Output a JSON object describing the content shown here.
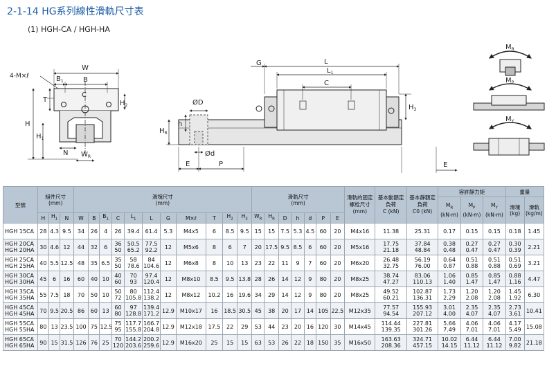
{
  "heading": {
    "code": "2-1-14",
    "series": "HG",
    "title": "系列線性滑軌尺寸表"
  },
  "subheading": "(1) HGH-CA / HGH-HA",
  "drawing": {
    "front_labels": {
      "W": "W",
      "B1": "B",
      "B1_sub": "1",
      "B": "B",
      "mx": "4-M×ℓ",
      "C": "C",
      "T": "T",
      "H2": "H",
      "H2_sub": "2",
      "H": "H",
      "H1": "H",
      "H1_sub": "1",
      "N": "N",
      "WR": "W",
      "WR_sub": "R"
    },
    "side_labels": {
      "G": "G",
      "L": "L",
      "L1": "L",
      "L1_sub": "1",
      "C": "C",
      "H3": "H",
      "H3_sub": "3",
      "D": "ØD",
      "h": "h",
      "HR": "H",
      "HR_sub": "R",
      "d": "Ød",
      "E": "E",
      "P": "P",
      "E2": "E"
    },
    "moment_labels": {
      "MR": "M",
      "MR_sub": "R",
      "MP": "M",
      "MP_sub": "P",
      "MY": "M",
      "MY_sub": "Y"
    }
  },
  "table": {
    "group_headers": {
      "model": "型號",
      "assembly": "組件尺寸",
      "assembly_unit": "(mm)",
      "block": "滑塊尺寸",
      "block_unit": "(mm)",
      "rail": "滑軌尺寸",
      "rail_unit": "(mm)",
      "bolt": "滑軌的固定螺栓尺寸",
      "bolt_unit": "(mm)",
      "dyn": "基本動額定負荷",
      "dyn_unit": "C (kN)",
      "stat": "基本靜額定負荷",
      "stat_unit": "C0 (kN)",
      "moment": "容許靜力矩",
      "weight": "重量"
    },
    "moment_cols": [
      {
        "sym": "M",
        "sub": "R",
        "unit": "(kN-m)"
      },
      {
        "sym": "M",
        "sub": "P",
        "unit": "(kN-m)"
      },
      {
        "sym": "M",
        "sub": "Y",
        "unit": "(kN-m)"
      }
    ],
    "weight_cols": [
      {
        "name": "滑塊",
        "unit": "(kg)"
      },
      {
        "name": "滑軌",
        "unit": "(kg/m)"
      }
    ],
    "sub_headers": [
      {
        "t": "H",
        "s": ""
      },
      {
        "t": "H",
        "s": "1"
      },
      {
        "t": "N",
        "s": ""
      },
      {
        "t": "W",
        "s": ""
      },
      {
        "t": "B",
        "s": ""
      },
      {
        "t": "B",
        "s": "1"
      },
      {
        "t": "C",
        "s": ""
      },
      {
        "t": "L",
        "s": "1"
      },
      {
        "t": "L",
        "s": ""
      },
      {
        "t": "G",
        "s": ""
      },
      {
        "t": "M×ℓ",
        "s": ""
      },
      {
        "t": "T",
        "s": ""
      },
      {
        "t": "H",
        "s": "2"
      },
      {
        "t": "H",
        "s": "3"
      },
      {
        "t": "W",
        "s": "R"
      },
      {
        "t": "H",
        "s": "R"
      },
      {
        "t": "D",
        "s": ""
      },
      {
        "t": "h",
        "s": ""
      },
      {
        "t": "d",
        "s": ""
      },
      {
        "t": "P",
        "s": ""
      },
      {
        "t": "E",
        "s": ""
      }
    ],
    "rows": [
      {
        "model": [
          "HGH 15CA"
        ],
        "H": "28",
        "H1": "4.3",
        "N": "9.5",
        "W": "34",
        "B": "26",
        "B1": "4",
        "C": [
          "26"
        ],
        "L1": [
          "39.4"
        ],
        "L": [
          "61.4"
        ],
        "G": "5.3",
        "M": "M4x5",
        "T": "6",
        "H2": "8.5",
        "H3": "9.5",
        "WR": "15",
        "HR": "15",
        "D": "7.5",
        "h": "5.3",
        "d": "4.5",
        "P": "60",
        "E": "20",
        "bolt": "M4x16",
        "Cd": [
          "11.38"
        ],
        "C0": [
          "25.31"
        ],
        "MR": [
          "0.17"
        ],
        "MP": [
          "0.15"
        ],
        "MY": [
          "0.15"
        ],
        "blk": [
          "0.18"
        ],
        "rail": "1.45"
      },
      {
        "model": [
          "HGH 20CA",
          "HGH 20HA"
        ],
        "H": "30",
        "H1": "4.6",
        "N": "12",
        "W": "44",
        "B": "32",
        "B1": "6",
        "C": [
          "36",
          "50"
        ],
        "L1": [
          "50.5",
          "65.2"
        ],
        "L": [
          "77.5",
          "92.2"
        ],
        "G": "12",
        "M": "M5x6",
        "T": "8",
        "H2": "6",
        "H3": "7",
        "WR": "20",
        "HR": "17.5",
        "D": "9.5",
        "h": "8.5",
        "d": "6",
        "P": "60",
        "E": "20",
        "bolt": "M5x16",
        "Cd": [
          "17.75",
          "21.18"
        ],
        "C0": [
          "37.84",
          "48.84"
        ],
        "MR": [
          "0.38",
          "0.48"
        ],
        "MP": [
          "0.27",
          "0.47"
        ],
        "MY": [
          "0.27",
          "0.47"
        ],
        "blk": [
          "0.30",
          "0.39"
        ],
        "rail": "2.21"
      },
      {
        "model": [
          "HGH 25CA",
          "HGH 25HA"
        ],
        "H": "40",
        "H1": "5.5",
        "N": "12.5",
        "W": "48",
        "B": "35",
        "B1": "6.5",
        "C": [
          "35",
          "50"
        ],
        "L1": [
          "58",
          "78.6"
        ],
        "L": [
          "84",
          "104.6"
        ],
        "G": "12",
        "M": "M6x8",
        "T": "8",
        "H2": "10",
        "H3": "13",
        "WR": "23",
        "HR": "22",
        "D": "11",
        "h": "9",
        "d": "7",
        "P": "60",
        "E": "20",
        "bolt": "M6x20",
        "Cd": [
          "26.48",
          "32.75"
        ],
        "C0": [
          "56.19",
          "76.00"
        ],
        "MR": [
          "0.64",
          "0.87"
        ],
        "MP": [
          "0.51",
          "0.88"
        ],
        "MY": [
          "0.51",
          "0.88"
        ],
        "blk": [
          "0.51",
          "0.69"
        ],
        "rail": "3.21"
      },
      {
        "model": [
          "HGH 30CA",
          "HGH 30HA"
        ],
        "H": "45",
        "H1": "6",
        "N": "16",
        "W": "60",
        "B": "40",
        "B1": "10",
        "C": [
          "40",
          "60"
        ],
        "L1": [
          "70",
          "93"
        ],
        "L": [
          "97.4",
          "120.4"
        ],
        "G": "12",
        "M": "M8x10",
        "T": "8.5",
        "H2": "9.5",
        "H3": "13.8",
        "WR": "28",
        "HR": "26",
        "D": "14",
        "h": "12",
        "d": "9",
        "P": "80",
        "E": "20",
        "bolt": "M8x25",
        "Cd": [
          "38.74",
          "47.27"
        ],
        "C0": [
          "83.06",
          "110.13"
        ],
        "MR": [
          "1.06",
          "1.40"
        ],
        "MP": [
          "0.85",
          "1.47"
        ],
        "MY": [
          "0.85",
          "1.47"
        ],
        "blk": [
          "0.88",
          "1.16"
        ],
        "rail": "4.47"
      },
      {
        "model": [
          "HGH 35CA",
          "HGH 35HA"
        ],
        "H": "55",
        "H1": "7.5",
        "N": "18",
        "W": "70",
        "B": "50",
        "B1": "10",
        "C": [
          "50",
          "72"
        ],
        "L1": [
          "80",
          "105.8"
        ],
        "L": [
          "112.4",
          "138.2"
        ],
        "G": "12",
        "M": "M8x12",
        "T": "10.2",
        "H2": "16",
        "H3": "19.6",
        "WR": "34",
        "HR": "29",
        "D": "14",
        "h": "12",
        "d": "9",
        "P": "80",
        "E": "20",
        "bolt": "M8x25",
        "Cd": [
          "49.52",
          "60.21"
        ],
        "C0": [
          "102.87",
          "136.31"
        ],
        "MR": [
          "1.73",
          "2.29"
        ],
        "MP": [
          "1.20",
          "2.08"
        ],
        "MY": [
          "1.20",
          "2.08"
        ],
        "blk": [
          "1.45",
          "1.92"
        ],
        "rail": "6.30"
      },
      {
        "model": [
          "HGH 45CA",
          "HGH 45HA"
        ],
        "H": "70",
        "H1": "9.5",
        "N": "20.5",
        "W": "86",
        "B": "60",
        "B1": "13",
        "C": [
          "60",
          "80"
        ],
        "L1": [
          "97",
          "128.8"
        ],
        "L": [
          "139.4",
          "171.2"
        ],
        "G": "12.9",
        "M": "M10x17",
        "T": "16",
        "H2": "18.5",
        "H3": "30.5",
        "WR": "45",
        "HR": "38",
        "D": "20",
        "h": "17",
        "d": "14",
        "P": "105",
        "E": "22.5",
        "bolt": "M12x35",
        "Cd": [
          "77.57",
          "94.54"
        ],
        "C0": [
          "155.93",
          "207.12"
        ],
        "MR": [
          "3.01",
          "4.00"
        ],
        "MP": [
          "2.35",
          "4.07"
        ],
        "MY": [
          "2.35",
          "4.07"
        ],
        "blk": [
          "2.73",
          "3.61"
        ],
        "rail": "10.41"
      },
      {
        "model": [
          "HGH 55CA",
          "HGH 55HA"
        ],
        "H": "80",
        "H1": "13",
        "N": "23.5",
        "W": "100",
        "B": "75",
        "B1": "12.5",
        "C": [
          "75",
          "95"
        ],
        "L1": [
          "117.7",
          "155.8"
        ],
        "L": [
          "166.7",
          "204.8"
        ],
        "G": "12.9",
        "M": "M12x18",
        "T": "17.5",
        "H2": "22",
        "H3": "29",
        "WR": "53",
        "HR": "44",
        "D": "23",
        "h": "20",
        "d": "16",
        "P": "120",
        "E": "30",
        "bolt": "M14x45",
        "Cd": [
          "114.44",
          "139.35"
        ],
        "C0": [
          "227.81",
          "301.26"
        ],
        "MR": [
          "5.66",
          "7.49"
        ],
        "MP": [
          "4.06",
          "7.01"
        ],
        "MY": [
          "4.06",
          "7.01"
        ],
        "blk": [
          "4.17",
          "5.49"
        ],
        "rail": "15.08"
      },
      {
        "model": [
          "HGH 65CA",
          "HGH 65HA"
        ],
        "H": "90",
        "H1": "15",
        "N": "31.5",
        "W": "126",
        "B": "76",
        "B1": "25",
        "C": [
          "70",
          "120"
        ],
        "L1": [
          "144.2",
          "203.6"
        ],
        "L": [
          "200.2",
          "259.6"
        ],
        "G": "12.9",
        "M": "M16x20",
        "T": "25",
        "H2": "15",
        "H3": "15",
        "WR": "63",
        "HR": "53",
        "D": "26",
        "h": "22",
        "d": "18",
        "P": "150",
        "E": "35",
        "bolt": "M16x50",
        "Cd": [
          "163.63",
          "208.36"
        ],
        "C0": [
          "324.71",
          "457.15"
        ],
        "MR": [
          "10.02",
          "14.15"
        ],
        "MP": [
          "6.44",
          "11.12"
        ],
        "MY": [
          "6.44",
          "11.12"
        ],
        "blk": [
          "7.00",
          "9.82"
        ],
        "rail": "21.18"
      }
    ]
  }
}
